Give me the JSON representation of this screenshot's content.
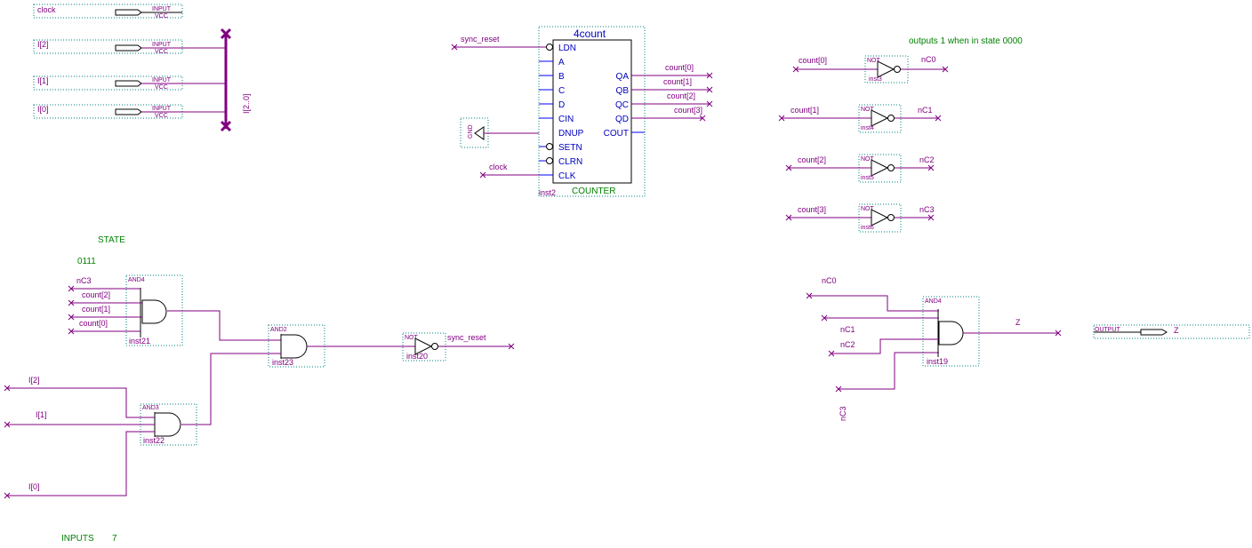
{
  "inputs": [
    {
      "name": "clock",
      "type": "INPUT",
      "vcc": "VCC"
    },
    {
      "name": "I[2]",
      "type": "INPUT",
      "vcc": "VCC"
    },
    {
      "name": "I[1]",
      "type": "INPUT",
      "vcc": "VCC"
    },
    {
      "name": "I[0]",
      "type": "INPUT",
      "vcc": "VCC"
    }
  ],
  "bus_label": "I[2..0]",
  "counter": {
    "title": "4count",
    "left_pins": [
      "LDN",
      "A",
      "B",
      "C",
      "D",
      "CIN",
      "DNUP",
      "SETN",
      "CLRN",
      "CLK"
    ],
    "right_pins": [
      "QA",
      "QB",
      "QC",
      "QD",
      "COUT"
    ],
    "instance": "inst2",
    "kind": "COUNTER",
    "sync_reset_label": "sync_reset",
    "clock_label": "clock",
    "gnd_label": "GND",
    "outputs": [
      "count[0]",
      "count[1]",
      "count[2]",
      "count[3]"
    ]
  },
  "note_outputs": "outputs 1 when in state 0000",
  "not_gates": [
    {
      "type": "NOT",
      "inst": "inst3",
      "in": "count[0]",
      "out": "nC0"
    },
    {
      "type": "NOT",
      "inst": "inst4",
      "in": "count[1]",
      "out": "nC1"
    },
    {
      "type": "NOT",
      "inst": "inst5",
      "in": "count[2]",
      "out": "nC2"
    },
    {
      "type": "NOT",
      "inst": "inst6",
      "in": "count[3]",
      "out": "nC3"
    }
  ],
  "state_label": "STATE",
  "state_value": "0111",
  "and4_a": {
    "type": "AND4",
    "inst": "inst21",
    "inputs": [
      "nC3",
      "count[2]",
      "count[1]",
      "count[0]"
    ]
  },
  "and2": {
    "type": "AND2",
    "inst": "inst23"
  },
  "and3": {
    "type": "AND3",
    "inst": "inst22",
    "inputs": [
      "I[2]",
      "I[1]",
      "I[0]"
    ]
  },
  "not_reset": {
    "type": "NOT",
    "inst": "inst20",
    "out": "sync_reset"
  },
  "and4_b": {
    "type": "AND4",
    "inst": "inst19",
    "inputs": [
      "nC0",
      "nC1",
      "nC2",
      "nC3"
    ],
    "out": "Z"
  },
  "output": {
    "type": "OUTPUT",
    "name": "Z"
  },
  "inputs_label": "INPUTS",
  "inputs_value": "7"
}
